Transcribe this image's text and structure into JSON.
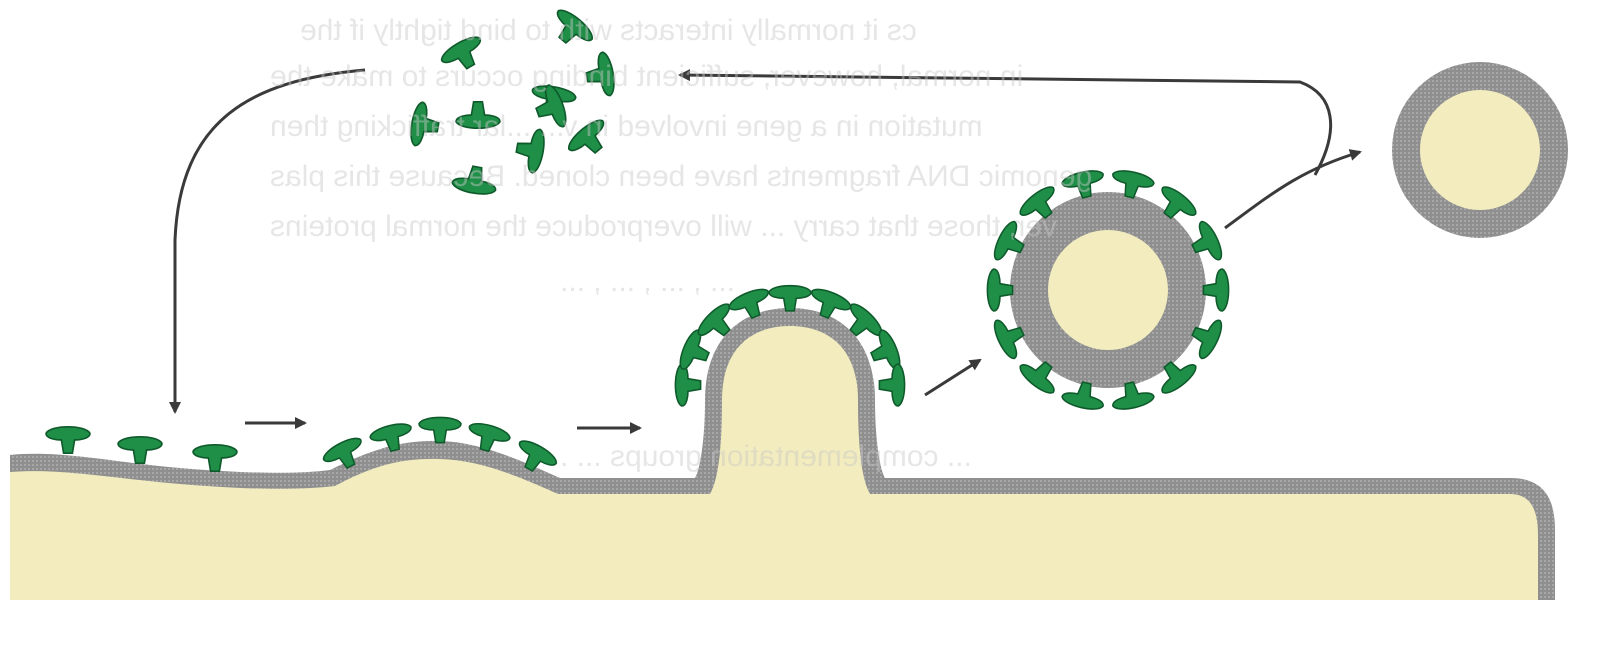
{
  "figure": {
    "description_text": "",
    "colors": {
      "cytoplasm": "#f2ecbe",
      "membrane": "#8d8d8d",
      "membrane_edge": "#6f6f6f",
      "coat_protein": "#1f8f48",
      "coat_protein_edge": "#0f5a2b",
      "arrow": "#3a3a3a",
      "bleed_text": "#c9c9c9"
    },
    "stages": [
      "coat-proteins-free",
      "coat-proteins-bound",
      "membrane-curving",
      "budding",
      "coated-vesicle",
      "uncoated-vesicle"
    ]
  },
  "bleed_through_text": [
    "cs it normally interacts with to bind tightly if the",
    "in normal, however, sufficient binding occurs to make the",
    "mutation in a gene involved in v... ...lar trafficking then",
    "genomic DNA fragments have been cloned. Because this plas",
    "ver, those that carry ... will overproduce the normal proteins",
    "... , ... , ... , ...",
    "... complementation groups ... ."
  ]
}
